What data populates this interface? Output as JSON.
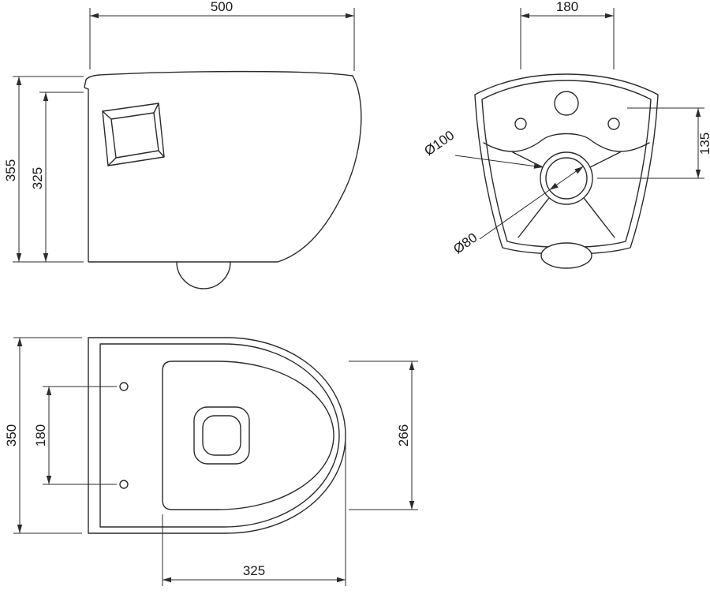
{
  "figure": {
    "background_color": "#ffffff",
    "line_color": "#2b2b2b"
  },
  "views": {
    "side": {
      "dim_width": "500",
      "dim_height_total": "355",
      "dim_height_inner": "325"
    },
    "rear": {
      "dim_top_width": "180",
      "dim_vertical_offset": "135",
      "dim_outer_diameter": "Ø100",
      "dim_inner_diameter": "Ø80"
    },
    "top": {
      "dim_depth": "350",
      "dim_hole_spacing": "180",
      "dim_seat_length": "266",
      "dim_width": "325"
    }
  }
}
